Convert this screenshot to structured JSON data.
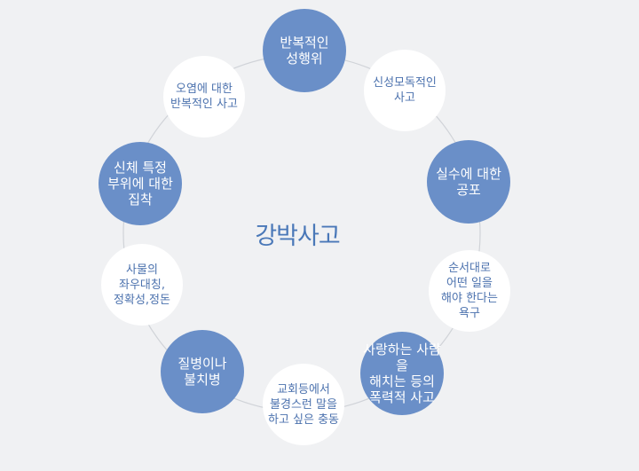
{
  "center": {
    "title": "강박사고"
  },
  "nodes": [
    {
      "id": "repetitive-behavior-thought",
      "label": "반복적인\n성행위",
      "style": "dark"
    },
    {
      "id": "blasphemous-thought",
      "label": "신성모독적인\n사고",
      "style": "light"
    },
    {
      "id": "fear-of-mistakes",
      "label": "실수에 대한\n공포",
      "style": "dark"
    },
    {
      "id": "order-doing-things",
      "label": "순서대로\n어떤 일을\n해야 한다는\n욕구",
      "style": "light"
    },
    {
      "id": "harming-loved-ones",
      "label": "사랑하는 사람을\n해치는 등의\n폭력적 사고",
      "style": "dark"
    },
    {
      "id": "blurting-profanity",
      "label": "교회등에서\n불경스런 말을\n하고 싶은 충동",
      "style": "light"
    },
    {
      "id": "illness-or-incurable",
      "label": "질병이나\n불치병",
      "style": "dark"
    },
    {
      "id": "symmetry-accuracy",
      "label": "사물의\n좌우대칭,\n정확성,정돈",
      "style": "light"
    },
    {
      "id": "body-part-fixation",
      "label": "신체 특정\n부위에 대한\n집착",
      "style": "dark"
    },
    {
      "id": "contamination-repetitive",
      "label": "오염에 대한\n반복적인 사고",
      "style": "light"
    }
  ],
  "colors": {
    "dark": "#6a8fc8",
    "light": "#ffffff",
    "ring": "#d0d3d8",
    "title": "#4a78b8"
  }
}
